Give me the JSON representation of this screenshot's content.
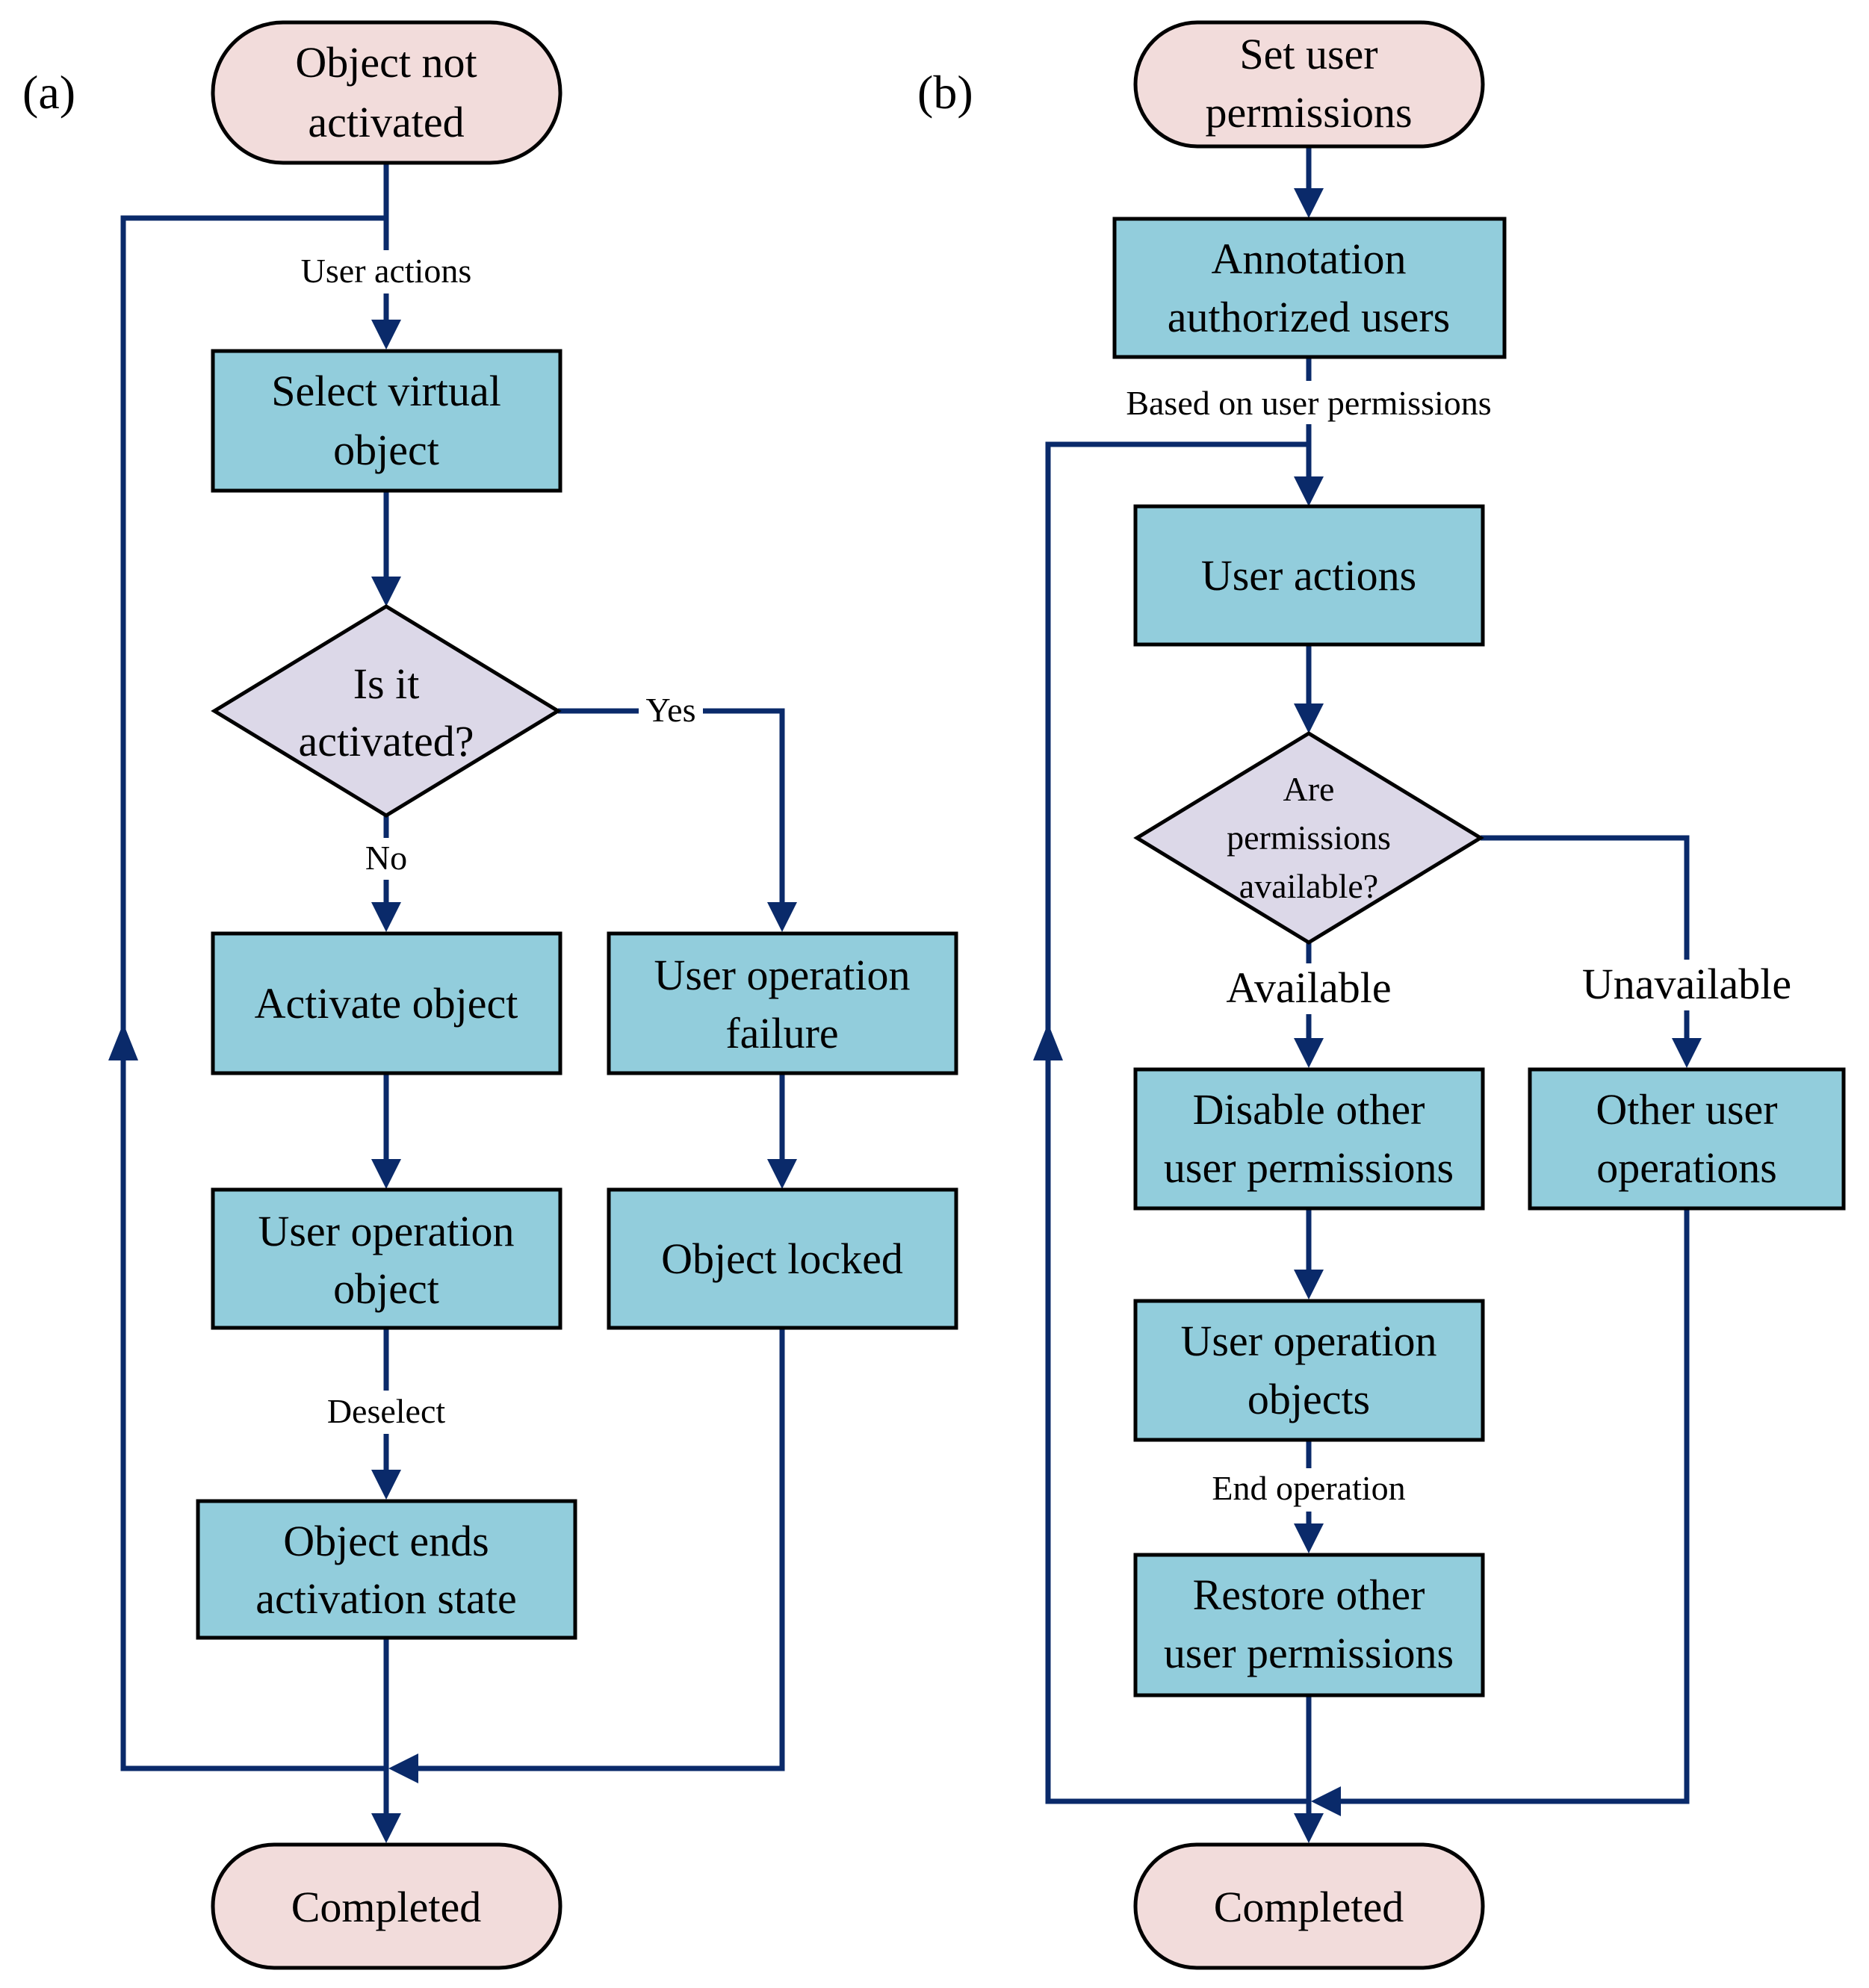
{
  "panel_a": {
    "label": "(a)",
    "start": [
      "Object not",
      "activated"
    ],
    "user_actions_label": "User actions",
    "select": [
      "Select virtual",
      "object"
    ],
    "decision": [
      "Is it",
      "activated?"
    ],
    "yes_label": "Yes",
    "no_label": "No",
    "activate": "Activate object",
    "failure": [
      "User operation",
      "failure"
    ],
    "operation": [
      "User operation",
      "object"
    ],
    "locked": "Object locked",
    "deselect_label": "Deselect",
    "ends": [
      "Object ends",
      "activation state"
    ],
    "end": "Completed"
  },
  "panel_b": {
    "label": "(b)",
    "start": [
      "Set user",
      "permissions"
    ],
    "annotation": [
      "Annotation",
      "authorized users"
    ],
    "based_label": "Based on user permissions",
    "user_actions": "User actions",
    "decision": [
      "Are",
      "permissions",
      "available?"
    ],
    "available_label": "Available",
    "unavailable_label": "Unavailable",
    "disable": [
      "Disable other",
      "user permissions"
    ],
    "other_ops": [
      "Other user",
      "operations"
    ],
    "operation": [
      "User operation",
      "objects"
    ],
    "end_op_label": "End operation",
    "restore": [
      "Restore other",
      "user permissions"
    ],
    "end": "Completed"
  },
  "colors": {
    "process_fill": "#92cddc",
    "terminal_fill": "#f2dcdb",
    "decision_fill": "#dcd8e8",
    "connector": "#0a2a6a"
  }
}
